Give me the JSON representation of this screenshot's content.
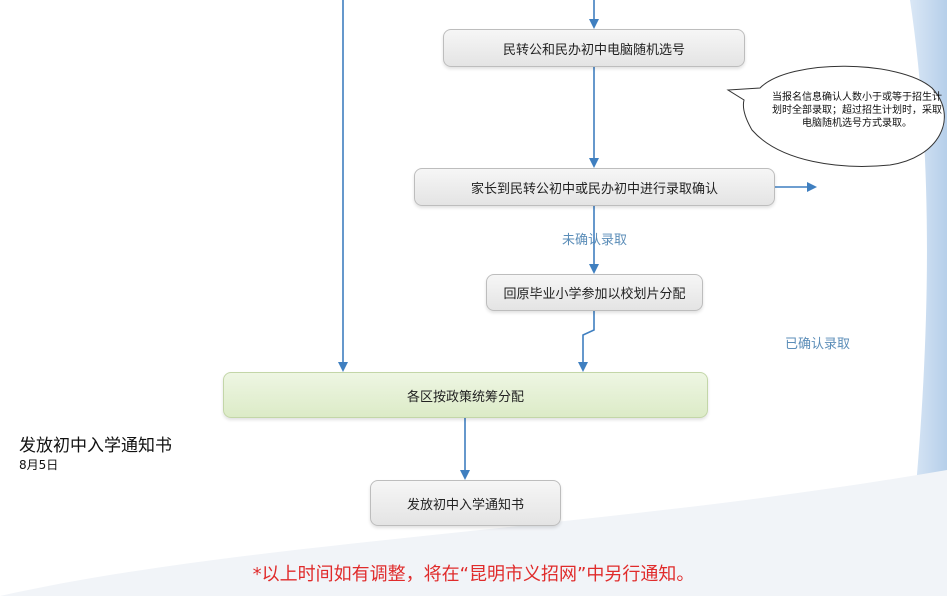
{
  "flowchart": {
    "nodes": {
      "random_selection": "民转公和民办初中电脑随机选号",
      "admission_confirm": "家长到民转公初中或民办初中进行录取确认",
      "return_primary": "回原毕业小学参加以校划片分配",
      "district_allocation": "各区按政策统筹分配",
      "issue_notice": "发放初中入学通知书"
    },
    "edge_labels": {
      "unconfirmed": "未确认录取",
      "confirmed": "已确认录取"
    },
    "callout": "当报名信息确认人数小于或等于招生计划时全部录取；超过招生计划时，采取电脑随机选号方式录取。"
  },
  "sidebar": {
    "title": "发放初中入学通知书",
    "date": "8月5日"
  },
  "footnote": "*以上时间如有调整，将在“昆明市义招网”中另行通知。",
  "colors": {
    "arrow": "#3f7fc0",
    "footnote": "#e02b2b",
    "accent_blue": "#a9c6e6"
  }
}
